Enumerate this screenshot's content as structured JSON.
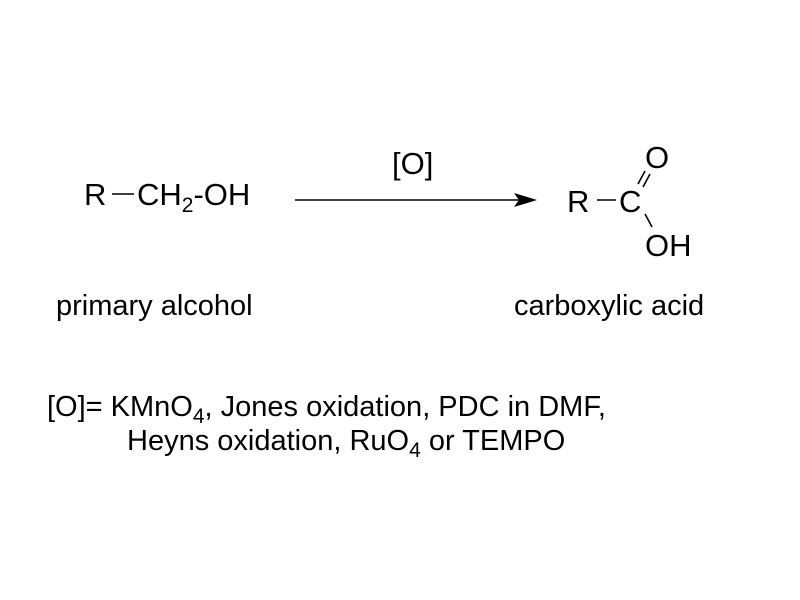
{
  "reaction": {
    "reactant": {
      "r_group": "R",
      "ch2_main": "CH",
      "ch2_sub": "2",
      "oh": "-OH",
      "name": "primary alcohol"
    },
    "reagent_label": "[O]",
    "product": {
      "r_group": "R",
      "carbon": "C",
      "carbonyl_oxygen": "O",
      "hydroxyl": "OH",
      "name": "carboxylic acid"
    }
  },
  "oxidants_note": {
    "line1_prefix": "[O]= KMnO",
    "line1_sub": "4",
    "line1_suffix": ", Jones oxidation, PDC in DMF,",
    "line2_prefix": "Heyns oxidation, RuO",
    "line2_sub": "4",
    "line2_suffix": " or TEMPO"
  },
  "colors": {
    "ink": "#000000",
    "background": "#ffffff"
  }
}
